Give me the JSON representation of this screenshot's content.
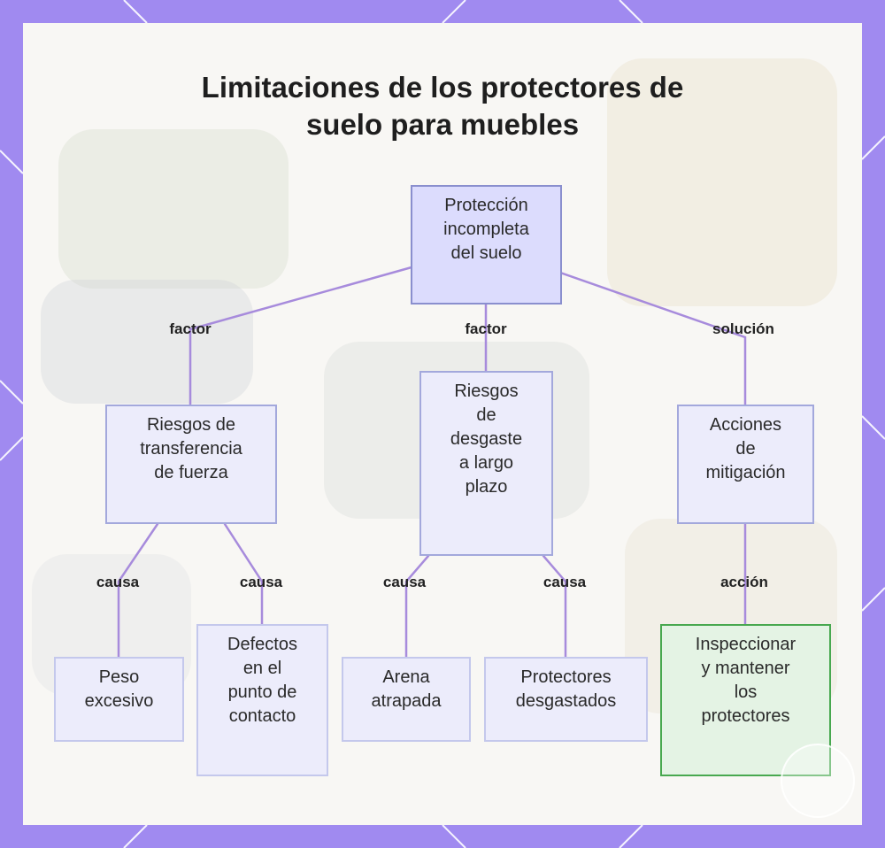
{
  "diagram": {
    "title_lines": [
      "Limitaciones de los protectores de",
      "suelo para muebles"
    ],
    "nodes": {
      "root": {
        "lines": [
          "Protección",
          "incompleta",
          "del suelo"
        ]
      },
      "fuerza": {
        "lines": [
          "Riesgos de",
          "transferencia",
          "de fuerza"
        ]
      },
      "desgaste": {
        "lines": [
          "Riesgos",
          "de",
          "desgaste",
          "a largo",
          "plazo"
        ]
      },
      "mitigacion": {
        "lines": [
          "Acciones",
          "de",
          "mitigación"
        ]
      },
      "peso": {
        "lines": [
          "Peso",
          "excesivo"
        ]
      },
      "defectos": {
        "lines": [
          "Defectos",
          "en el",
          "punto de",
          "contacto"
        ]
      },
      "arena": {
        "lines": [
          "Arena",
          "atrapada"
        ]
      },
      "protectores": {
        "lines": [
          "Protectores",
          "desgastados"
        ]
      },
      "inspeccionar": {
        "lines": [
          "Inspeccionar",
          "y mantener",
          "los",
          "protectores"
        ]
      }
    },
    "edges": [
      {
        "from": "root",
        "to": "fuerza",
        "label": "factor"
      },
      {
        "from": "root",
        "to": "desgaste",
        "label": "factor"
      },
      {
        "from": "root",
        "to": "mitigacion",
        "label": "solución"
      },
      {
        "from": "fuerza",
        "to": "peso",
        "label": "causa"
      },
      {
        "from": "fuerza",
        "to": "defectos",
        "label": "causa"
      },
      {
        "from": "desgaste",
        "to": "arena",
        "label": "causa"
      },
      {
        "from": "desgaste",
        "to": "protectores",
        "label": "causa"
      },
      {
        "from": "mitigacion",
        "to": "inspeccionar",
        "label": "acción"
      }
    ],
    "colors": {
      "frame": "#a08af0",
      "edge": "#a78bdc",
      "root_fill": "#dcdcfd",
      "node_fill": "#ececfb",
      "solution_fill": "#e4f3e4",
      "solution_border": "#48a84f"
    }
  }
}
